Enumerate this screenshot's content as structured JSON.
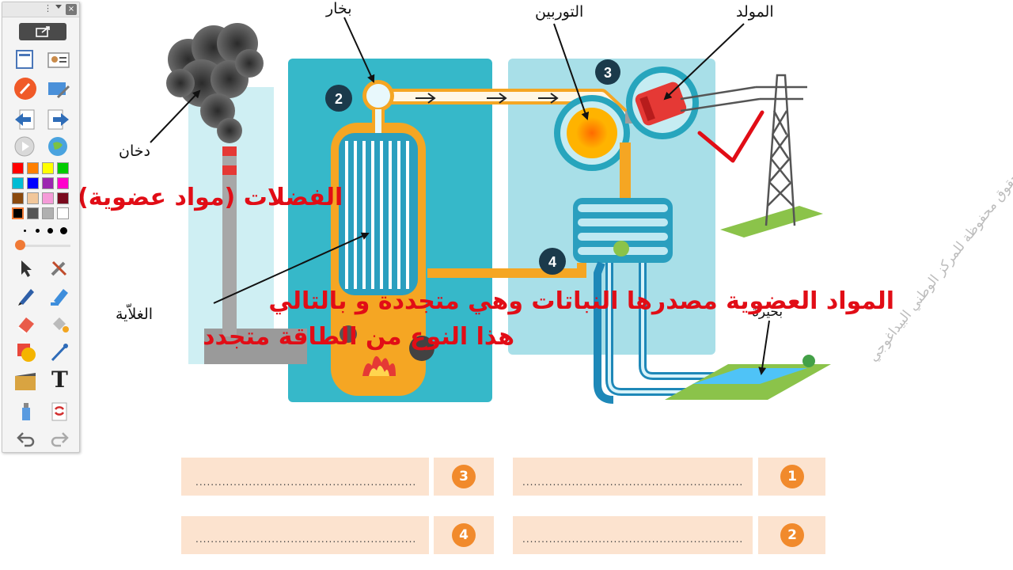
{
  "labels": {
    "smoke": "دخان",
    "steam": "بخار",
    "turbine": "التوربين",
    "generator": "المولد",
    "boiler": "الغلاّية",
    "lake": "بحيرة"
  },
  "step_numbers": [
    "2",
    "3",
    "4"
  ],
  "annotations": {
    "waste_label": "الفضلات (مواد عضوية)",
    "explanation_line1": "المواد العضوية مصدرها النباتات وهي متجددة و بالتالي",
    "explanation_line2": "هذا النوع من الطاقة متجدد"
  },
  "watermark": "© جميع الحقوق محفوظة للمركز الوطني البيداغوجي",
  "answer_rows": [
    {
      "number": "1",
      "blank": "................................................................................"
    },
    {
      "number": "2",
      "blank": "................................................................................"
    },
    {
      "number": "3",
      "blank": "................................................................................"
    },
    {
      "number": "4",
      "blank": "................................................................................"
    }
  ],
  "toolbar": {
    "dots_menu": "⋮",
    "close_label": "×",
    "text_tool": "T",
    "palette": [
      "#ff0000",
      "#ff7f00",
      "#ffff00",
      "#00cc00",
      "#00bcd4",
      "#0000ff",
      "#9c27b0",
      "#ff00cc",
      "#8b4a0f",
      "#f2c79b",
      "#f59bd8",
      "#7a0a1e",
      "#000000",
      "#555555",
      "#b0b0b0",
      "#ffffff"
    ]
  },
  "colors": {
    "annotation_red": "#e10d16",
    "panel_teal": "#36b8c9",
    "accent_orange": "#f18a2c",
    "answer_box": "#fce3cf"
  }
}
